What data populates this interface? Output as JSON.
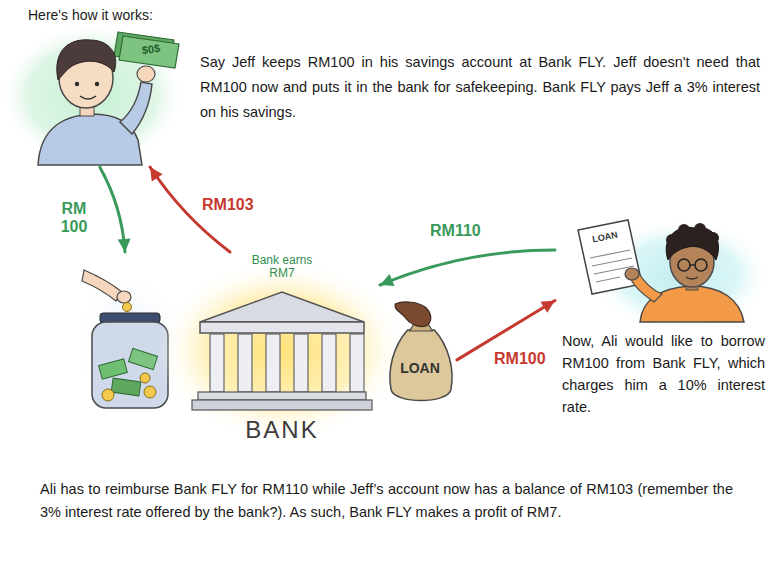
{
  "diagram": {
    "title": "Here's how it works:",
    "caption": "Ali has to reimburse Bank FLY for RM110 while Jeff’s account now has a balance of RM103 (remember the 3% interest rate offered by the bank?). As such, Bank FLY makes a profit of RM7.",
    "nodes": [
      {
        "text": [
          "Say Jeff keeps RM100 in his savings account at Bank FLY. Jeff doesn't need that RM100 now and puts it in the bank for safekeeping. Bank FLY pays Jeff a 3% interest on his savings."
        ]
      },
      {
        "text": [
          "Bank earns RM7",
          "BANK"
        ]
      },
      {
        "text": [
          "LOAN"
        ]
      },
      {
        "text": [
          "LOAN",
          "Now, Ali would like to borrow RM100 from Bank FLY, which charges him a 10% interest rate."
        ]
      }
    ],
    "edges": [
      {
        "from": 0,
        "to": 1,
        "label": "RM 100",
        "arrow": "to"
      },
      {
        "from": 1,
        "to": 0,
        "label": "RM103",
        "arrow": "to"
      },
      {
        "from": 3,
        "to": 1,
        "label": "RM110",
        "arrow": "to"
      },
      {
        "from": 2,
        "to": 3,
        "label": "RM100",
        "arrow": "to"
      }
    ],
    "labels": [
      "$0$"
    ]
  }
}
